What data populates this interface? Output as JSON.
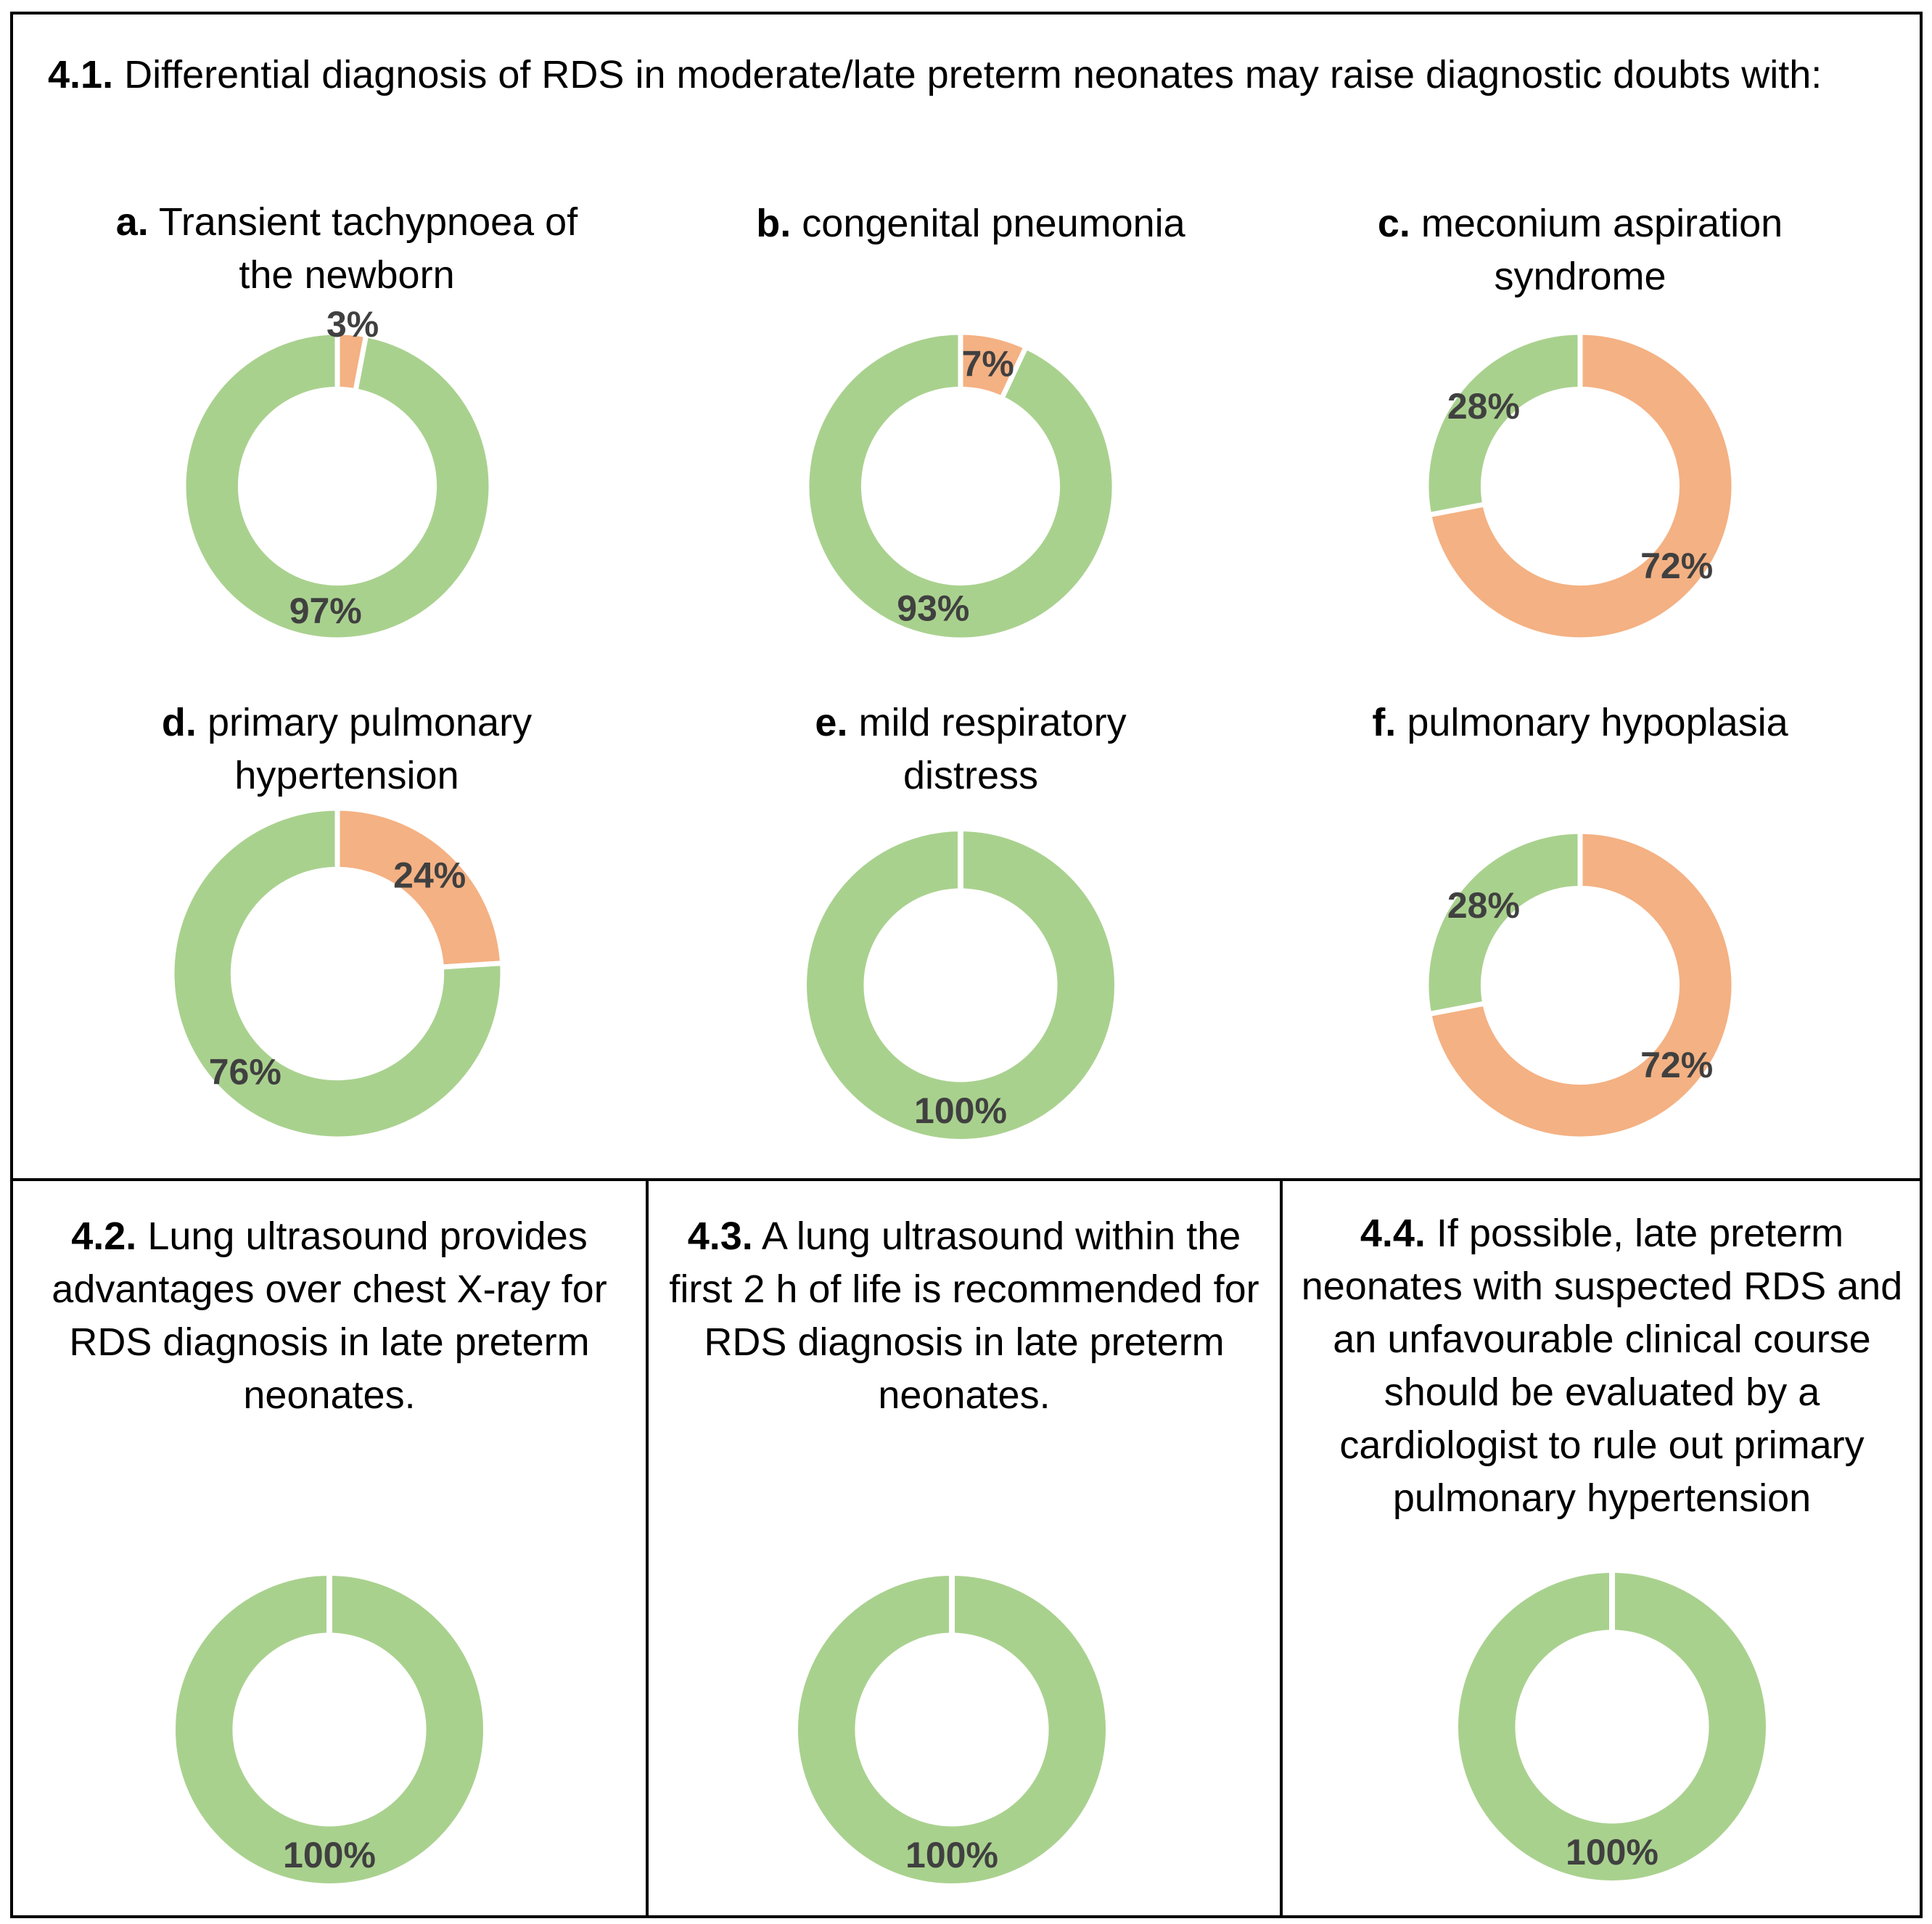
{
  "colors": {
    "green": "#a9d18e",
    "orange": "#f4b183",
    "label": "#404040"
  },
  "top_panel": {
    "label": "4.1.",
    "title": "Differential diagnosis of RDS in moderate/late preterm neonates may raise diagnostic doubts with:"
  },
  "chart_data": [
    {
      "type": "pie",
      "id": "a",
      "label": "a.",
      "title": "Transient tachypnoea of the newborn",
      "slices": [
        {
          "value": 3,
          "color": "#f4b183",
          "text": "3%"
        },
        {
          "value": 97,
          "color": "#a9d18e",
          "text": "97%"
        }
      ]
    },
    {
      "type": "pie",
      "id": "b",
      "label": "b.",
      "title": "congenital pneumonia",
      "slices": [
        {
          "value": 7,
          "color": "#f4b183",
          "text": "7%"
        },
        {
          "value": 93,
          "color": "#a9d18e",
          "text": "93%"
        }
      ]
    },
    {
      "type": "pie",
      "id": "c",
      "label": "c.",
      "title": "meconium aspiration syndrome",
      "slices": [
        {
          "value": 72,
          "color": "#f4b183",
          "text": "72%"
        },
        {
          "value": 28,
          "color": "#a9d18e",
          "text": "28%"
        }
      ]
    },
    {
      "type": "pie",
      "id": "d",
      "label": "d.",
      "title": "primary pulmonary hypertension",
      "slices": [
        {
          "value": 24,
          "color": "#f4b183",
          "text": "24%"
        },
        {
          "value": 76,
          "color": "#a9d18e",
          "text": "76%"
        }
      ]
    },
    {
      "type": "pie",
      "id": "e",
      "label": "e.",
      "title": "mild respiratory distress",
      "slices": [
        {
          "value": 100,
          "color": "#a9d18e",
          "text": "100%"
        }
      ]
    },
    {
      "type": "pie",
      "id": "f",
      "label": "f.",
      "title": "pulmonary hypoplasia",
      "slices": [
        {
          "value": 72,
          "color": "#f4b183",
          "text": "72%"
        },
        {
          "value": 28,
          "color": "#a9d18e",
          "text": "28%"
        }
      ]
    },
    {
      "type": "pie",
      "id": "s42",
      "label": "4.2.",
      "title": "Lung ultrasound provides advantages over chest X-ray for RDS diagnosis in late preterm neonates.",
      "slices": [
        {
          "value": 100,
          "color": "#a9d18e",
          "text": "100%"
        }
      ]
    },
    {
      "type": "pie",
      "id": "s43",
      "label": "4.3.",
      "title": "A lung ultrasound within the first 2 h of life is recommended for RDS diagnosis in late preterm neonates.",
      "slices": [
        {
          "value": 100,
          "color": "#a9d18e",
          "text": "100%"
        }
      ]
    },
    {
      "type": "pie",
      "id": "s44",
      "label": "4.4.",
      "title": "If possible, late preterm neonates with suspected RDS and an unfavourable clinical course should be evaluated by a cardiologist to rule out primary pulmonary hypertension",
      "slices": [
        {
          "value": 100,
          "color": "#a9d18e",
          "text": "100%"
        }
      ]
    }
  ]
}
